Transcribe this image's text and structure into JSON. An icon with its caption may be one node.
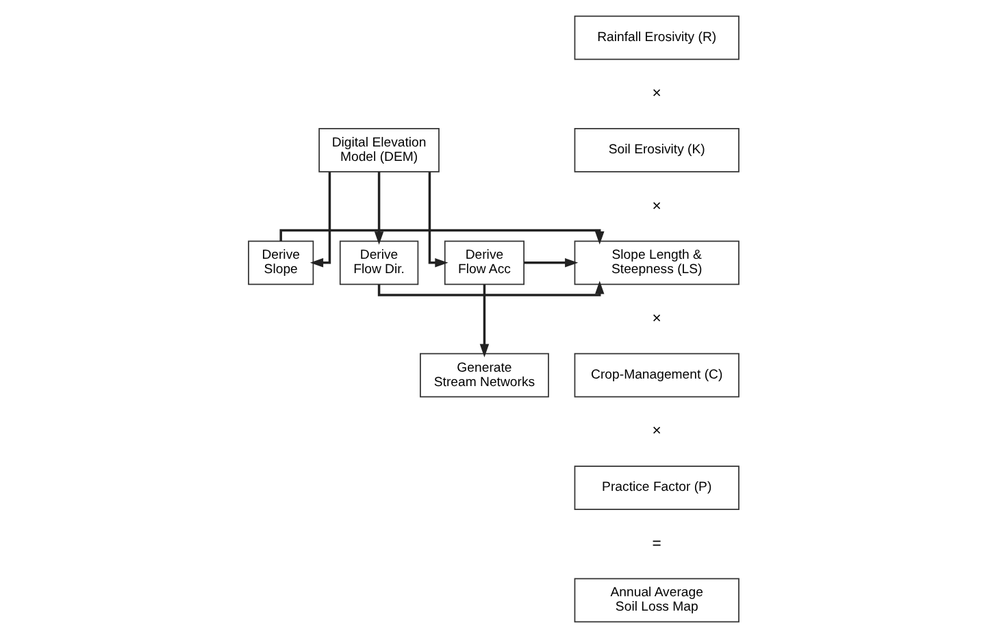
{
  "diagram": {
    "nodes": [
      {
        "text": [
          "Digital Elevation Model (DEM)"
        ]
      },
      {
        "text": [
          "Derive Slope"
        ]
      },
      {
        "text": [
          "Derive Flow Dir."
        ]
      },
      {
        "text": [
          "Derive Flow Acc"
        ]
      },
      {
        "text": [
          "Generate Stream Networks"
        ]
      },
      {
        "text": [
          "Rainfall Erosivity (R)"
        ]
      },
      {
        "text": [
          "Soil Erosivity (K)"
        ]
      },
      {
        "text": [
          "Slope Length & Steepness (LS)"
        ]
      },
      {
        "text": [
          "Crop-Management (C)"
        ]
      },
      {
        "text": [
          "Practice Factor (P)"
        ]
      },
      {
        "text": [
          "Annual Average Soil Loss Map"
        ]
      }
    ],
    "edges": [
      {
        "from": 0,
        "to": 1,
        "arrow": "to"
      },
      {
        "from": 0,
        "to": 2,
        "arrow": "to"
      },
      {
        "from": 0,
        "to": 3,
        "arrow": "to"
      },
      {
        "from": 1,
        "to": 7,
        "arrow": "to"
      },
      {
        "from": 2,
        "to": 7,
        "arrow": "to"
      },
      {
        "from": 3,
        "to": 4,
        "arrow": "to"
      },
      {
        "from": 3,
        "to": 7,
        "arrow": "to"
      }
    ],
    "labels": [
      "×",
      "×",
      "×",
      "×",
      "="
    ]
  }
}
